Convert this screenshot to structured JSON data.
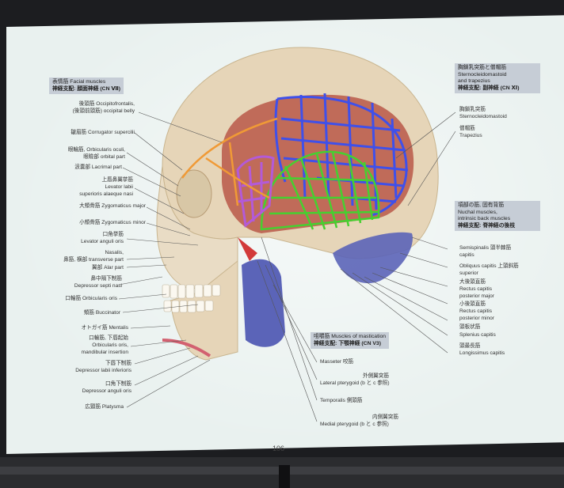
{
  "header_facial": {
    "line1": "表情筋 Facial muscles",
    "line2": "神経支配: 顔面神経 (CN Ⅶ)"
  },
  "header_scm": {
    "line1": "胸鎖乳突筋と僧帽筋",
    "line2": "Sternocleidomastoid",
    "line3": "and trapezius",
    "line4": "神経支配: 副神経 (CN Ⅺ)"
  },
  "header_nuchal": {
    "line1": "項部の筋, 固有背筋",
    "line2": "Nuchal muscles,",
    "line3": "intrinsic back muscles",
    "line4": "神経支配: 脊神経の後枝"
  },
  "header_mastication": {
    "line1": "咀嚼筋 Muscles of mastication",
    "line2": "神経支配: 下顎神経 (CN V3)"
  },
  "left_labels": [
    "後頭筋 Occipitofrontalis,",
    "(後頭前頭筋)   occipital belly",
    "皺眉筋 Corrugator supercilii",
    "眼輪筋, Orbicularis oculi,",
    "眼瞼部         orbital part",
    "涙嚢部 Lacrimal part",
    "上唇鼻翼挙筋",
    "Levator labii",
    "superioris alaeque nasi",
    "大頬骨筋 Zygomaticus major",
    "小頬骨筋 Zygomaticus minor",
    "口角挙筋",
    "Levator anguli oris",
    "Nasalis,",
    "鼻筋, 横部 transverse part",
    "翼部 Alar part",
    "鼻中隔下制筋",
    "Depressor septi nasi",
    "口輪筋 Orbicularis oris",
    "頬筋 Buccinator",
    "オトガイ筋 Mentalis",
    "口輪筋, 下唇起始",
    "Orbicularis oris,",
    "mandibular insertion",
    "下唇下制筋",
    "Depressor labii inferioris",
    "口角下制筋",
    "Depressor anguli oris",
    "広頸筋 Platysma"
  ],
  "right_labels": [
    "胸鎖乳突筋",
    "Sternocleidomastoid",
    "僧帽筋",
    "Trapezius",
    "Semispinalis 頭半棘筋",
    "capitis",
    "Obliquus capitis 上頭斜筋",
    "superior",
    "大後頭直筋",
    "Rectus capitis",
    "posterior major",
    "小後頭直筋",
    "Rectus capitis",
    "posterior minor",
    "頭板状筋",
    "Splenius capitis",
    "頭最長筋",
    "Longissimus capitis"
  ],
  "bottom_labels": [
    "Masseter 咬筋",
    "外側翼突筋",
    "Lateral pterygoid (b と c 参照)",
    "Temporalis 側頭筋",
    "内側翼突筋",
    "Medial pterygoid (b と c 参照)"
  ],
  "page_number": "106",
  "colors": {
    "skull": "#e6d5b8",
    "temporalis": "#b85848",
    "blue_overlay": "#4a5ce8",
    "green_overlay": "#52d03c",
    "purple_overlay": "#b45ad8",
    "orange_overlay": "#ee9a3c",
    "masseter": "#5b64b8",
    "header_bg": "#c6cdd6"
  }
}
